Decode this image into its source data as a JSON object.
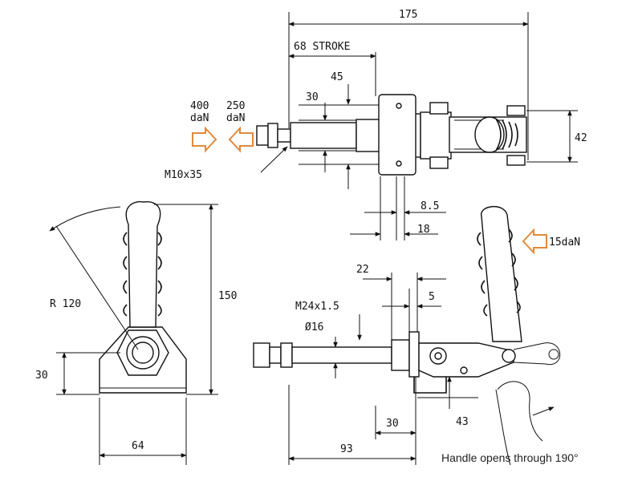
{
  "labels": {
    "d175": "175",
    "stroke": "68 STROKE",
    "d45": "45",
    "d30a": "30",
    "f400": "400",
    "f250": "250",
    "unitA": "daN",
    "unitB": "daN",
    "d42": "42",
    "m10": "M10x35",
    "d85": "8.5",
    "d18": "18",
    "f15": "15daN",
    "r120": "R 120",
    "d150": "150",
    "d30b": "30",
    "d64": "64",
    "d22": "22",
    "d5": "5",
    "m24": "M24x1.5",
    "o16": "Ø16",
    "d30c": "30",
    "d43": "43",
    "d93": "93",
    "note": "Handle opens through 190°"
  },
  "colors": {
    "force_arrow": "#e08a3c",
    "line": "#111111"
  }
}
